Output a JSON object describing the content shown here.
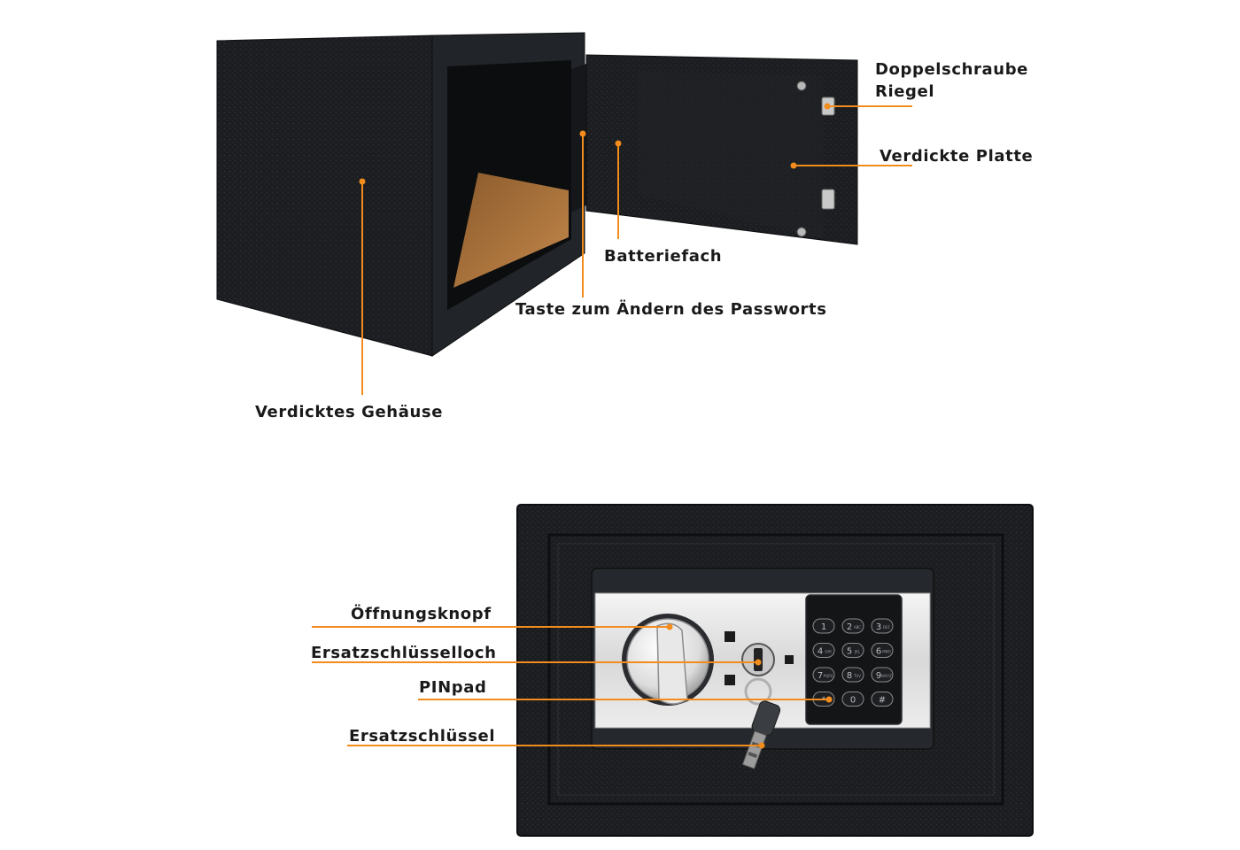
{
  "accent_color": "#f28c1c",
  "top_view": {
    "labels": {
      "doppelschraube_line1": "Doppelschraube",
      "doppelschraube_line2": "Riegel",
      "verdickte_platte": "Verdickte Platte",
      "batteriefach": "Batteriefach",
      "taste_passwort": "Taste zum Ändern des Passworts",
      "verdicktes_gehaeuse": "Verdicktes Gehäuse"
    }
  },
  "front_view": {
    "labels": {
      "oeffnungsknopf": "Öffnungsknopf",
      "ersatzschluesselloch": "Ersatzschlüsselloch",
      "pinpad": "PINpad",
      "ersatzschluessel": "Ersatzschlüssel"
    },
    "keypad_keys": [
      {
        "digit": "1",
        "letters": ""
      },
      {
        "digit": "2",
        "letters": "ABC"
      },
      {
        "digit": "3",
        "letters": "DEF"
      },
      {
        "digit": "4",
        "letters": "GHI"
      },
      {
        "digit": "5",
        "letters": "JKL"
      },
      {
        "digit": "6",
        "letters": "MNO"
      },
      {
        "digit": "7",
        "letters": "PQRS"
      },
      {
        "digit": "8",
        "letters": "TUV"
      },
      {
        "digit": "9",
        "letters": "WXYZ"
      },
      {
        "digit": "*",
        "letters": ""
      },
      {
        "digit": "0",
        "letters": ""
      },
      {
        "digit": "#",
        "letters": ""
      }
    ]
  }
}
